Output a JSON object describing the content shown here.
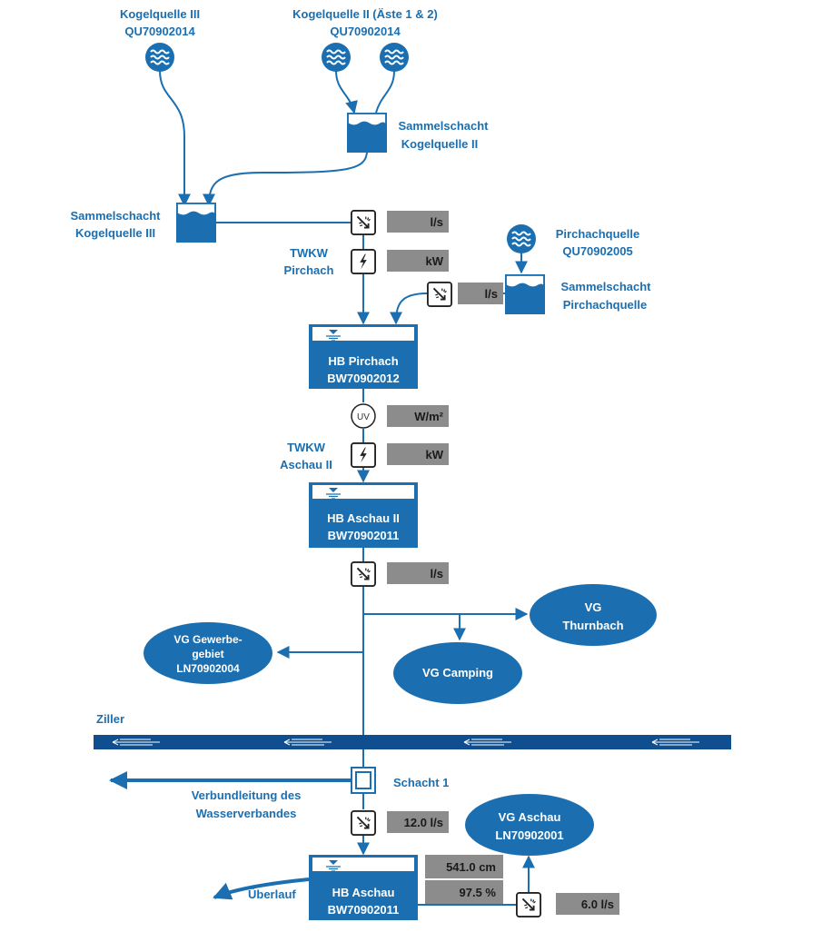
{
  "sources": {
    "kogel3": {
      "name": "Kogelquelle III",
      "code": "QU70902014"
    },
    "kogel2": {
      "name": "Kogelquelle II (Äste 1 & 2)",
      "code": "QU70902014"
    },
    "pirchach": {
      "name": "Pirchachquelle",
      "code": "QU70902005"
    }
  },
  "collectors": {
    "kogel2": {
      "line1": "Sammelschacht",
      "line2": "Kogelquelle II"
    },
    "kogel3": {
      "line1": "Sammelschacht",
      "line2": "Kogelquelle III"
    },
    "pirchach": {
      "line1": "Sammelschacht",
      "line2": "Pirchachquelle"
    }
  },
  "plants": {
    "pirchach": {
      "line1": "TWKW",
      "line2": "Pirchach"
    },
    "aschau2": {
      "line1": "TWKW",
      "line2": "Aschau II"
    }
  },
  "reservoirs": {
    "pirchach": {
      "name": "HB Pirchach",
      "code": "BW70902012"
    },
    "aschau2": {
      "name": "HB Aschau II",
      "code": "BW70902011"
    },
    "aschau": {
      "name": "HB Aschau",
      "code": "BW70902011"
    }
  },
  "readings": {
    "flow_kogel": "l/s",
    "power_pirchach": "kW",
    "flow_pirchach": "l/s",
    "uv": "W/m²",
    "power_aschau2": "kW",
    "flow_aschau2": "l/s",
    "flow_schacht": "12.0 l/s",
    "level": "541.0 cm",
    "fill": "97.5 %",
    "flow_aschau_out": "6.0 l/s"
  },
  "uv_label": "UV",
  "consumers": {
    "thurnbach": {
      "line1": "VG",
      "line2": "Thurnbach"
    },
    "gewerbe": {
      "line1": "VG Gewerbe-",
      "line2": "gebiet",
      "line3": "LN70902004"
    },
    "camping": {
      "line1": "VG Camping"
    },
    "aschau": {
      "line1": "VG Aschau",
      "line2": "LN70902001"
    }
  },
  "river": {
    "name": "Ziller"
  },
  "schacht": {
    "name": "Schacht 1"
  },
  "verbund": {
    "line1": "Verbundleitung des",
    "line2": "Wasserverbandes"
  },
  "overflow": {
    "name": "Überlauf"
  },
  "colors": {
    "primary": "#1b6fb0",
    "value_box": "#8c8c8c",
    "river": "#0f4f8f"
  }
}
